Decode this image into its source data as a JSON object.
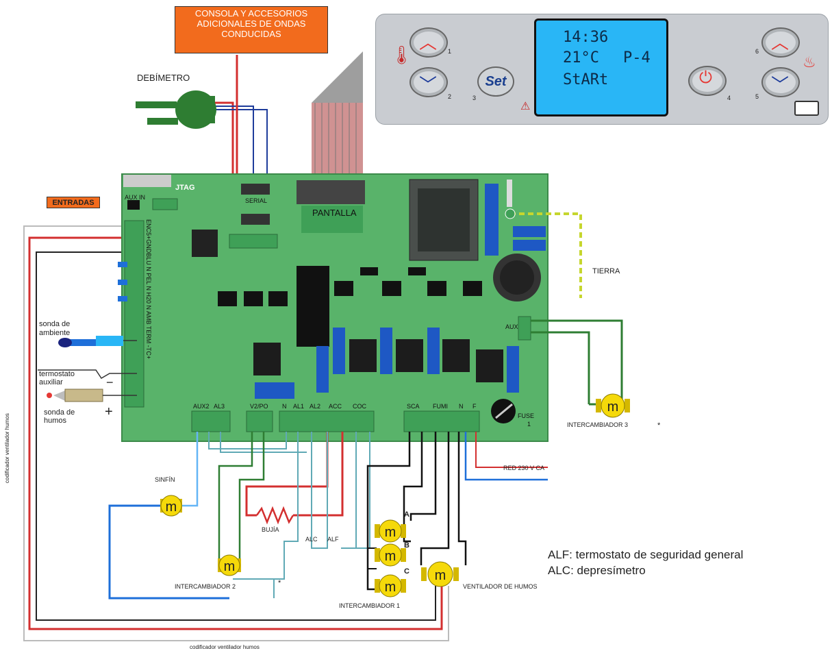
{
  "labels": {
    "console_line1": "CONSOLA Y ACCESORIOS",
    "console_line2": "ADICIONALES DE ONDAS",
    "console_line3": "CONDUCIDAS",
    "debimetro": "DEBÍMETRO",
    "entradas": "ENTRADAS",
    "pantalla": "PANTALLA",
    "tierra": "TIERRA",
    "sonda_ambiente_1": "sonda de",
    "sonda_ambiente_2": "ambiente",
    "termostato_1": "termostato",
    "termostato_2": "auxiliar",
    "sonda_humos_1": "sonda de",
    "sonda_humos_2": "humos",
    "plus": "+",
    "minus": "−",
    "sinfin": "SINFÍN",
    "bujia": "BUJÍA",
    "alc": "ALC",
    "alf": "ALF",
    "intercambiador1": "INTERCAMBIADOR 1",
    "intercambiador2": "INTERCAMBIADOR 2",
    "intercambiador3": "INTERCAMBIADOR 3",
    "ventilador": "VENTILADOR DE HUMOS",
    "red": "RED 230 V CA",
    "fuse": "FUSE",
    "fuse_num": "1",
    "motor_a": "A",
    "motor_b": "B",
    "motor_c": "C",
    "codificador_bottom": "codificador ventilador humos",
    "codificador_side": "codificador ventilador humos",
    "asterisk1": "*",
    "asterisk2": "*"
  },
  "board": {
    "jtag": "JTAG",
    "aux_in": "AUX IN",
    "serial": "SERIAL",
    "aux": "AUX",
    "term_strip": "ENC5+GNDBLU N PEL N H20 N AMB TERM -TC+",
    "connectors": [
      "AUX2",
      "AL3",
      "V2/PO",
      "N",
      "AL1",
      "AL2",
      "ACC",
      "COC",
      "SCA",
      "FUMI",
      "N",
      "F"
    ]
  },
  "display": {
    "time": "14:36",
    "temp": "21°C",
    "power": "P-4",
    "status": "StARt",
    "set_label": "Set",
    "btn_nums": [
      "1",
      "2",
      "3",
      "4",
      "5",
      "6"
    ]
  },
  "legend": {
    "alf": "ALF: termostato de seguridad general",
    "alc": "ALC: depresímetro"
  },
  "colors": {
    "board": "#59b36a",
    "orange": "#f26b1d",
    "red_wire": "#d32f2f",
    "blue_wire": "#1e6fd9",
    "lcd": "#29b6f6",
    "motor": "#f5d90a"
  }
}
